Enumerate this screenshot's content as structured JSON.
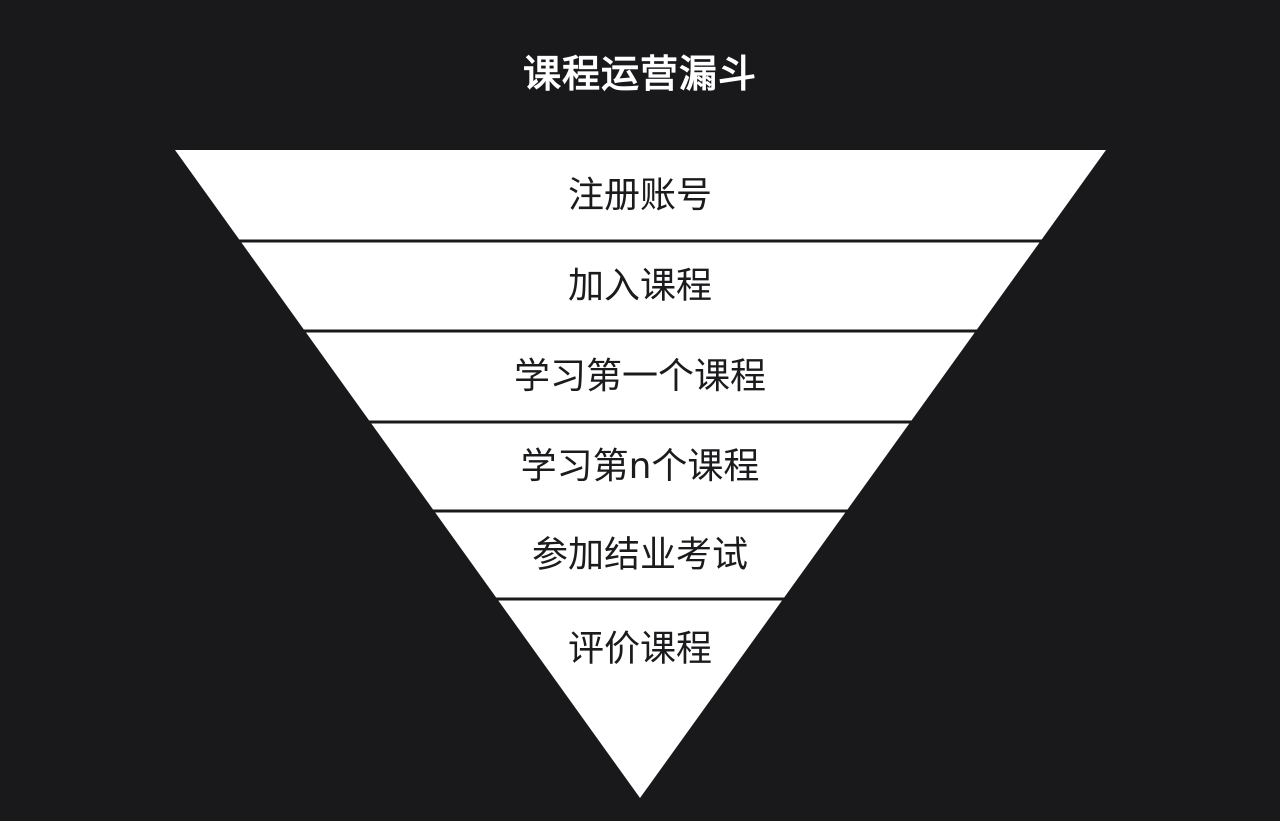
{
  "title": "课程运营漏斗",
  "colors": {
    "background": "#19181b",
    "funnel_fill": "#ffffff",
    "divider": "#19181b",
    "label_text": "#1b1a1d",
    "title_text": "#ffffff"
  },
  "stages": [
    {
      "label": "注册账号"
    },
    {
      "label": "加入课程"
    },
    {
      "label": "学习第一个课程"
    },
    {
      "label": "学习第n个课程"
    },
    {
      "label": "参加结业考试"
    },
    {
      "label": "评价课程"
    }
  ]
}
